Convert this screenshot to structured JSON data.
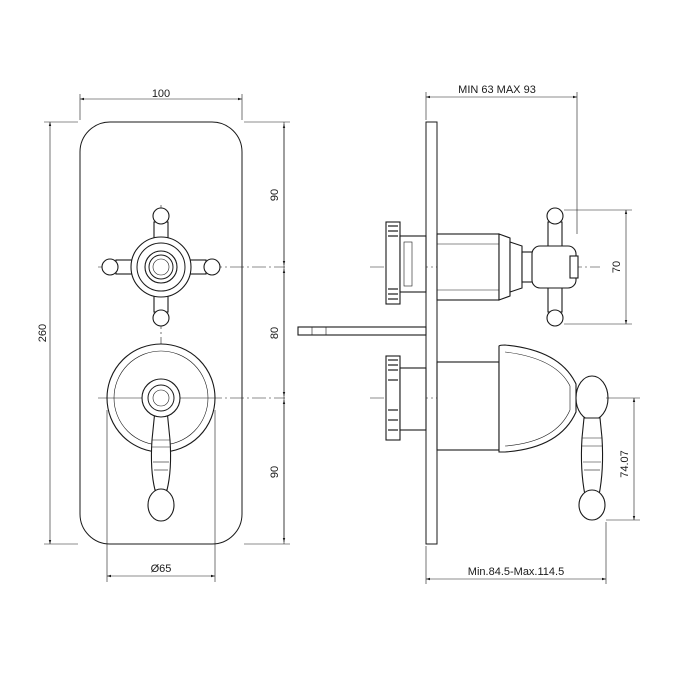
{
  "front_view": {
    "width_label": "100",
    "height_label": "260",
    "upper_label": "90",
    "middle_label": "80",
    "lower_label": "90",
    "diameter_label": "Ø65"
  },
  "side_view": {
    "depth_label": "MIN 63 MAX 93",
    "handle_label": "70",
    "lever_label": "74.07",
    "projection_label": "Min.84.5-Max.114.5"
  }
}
